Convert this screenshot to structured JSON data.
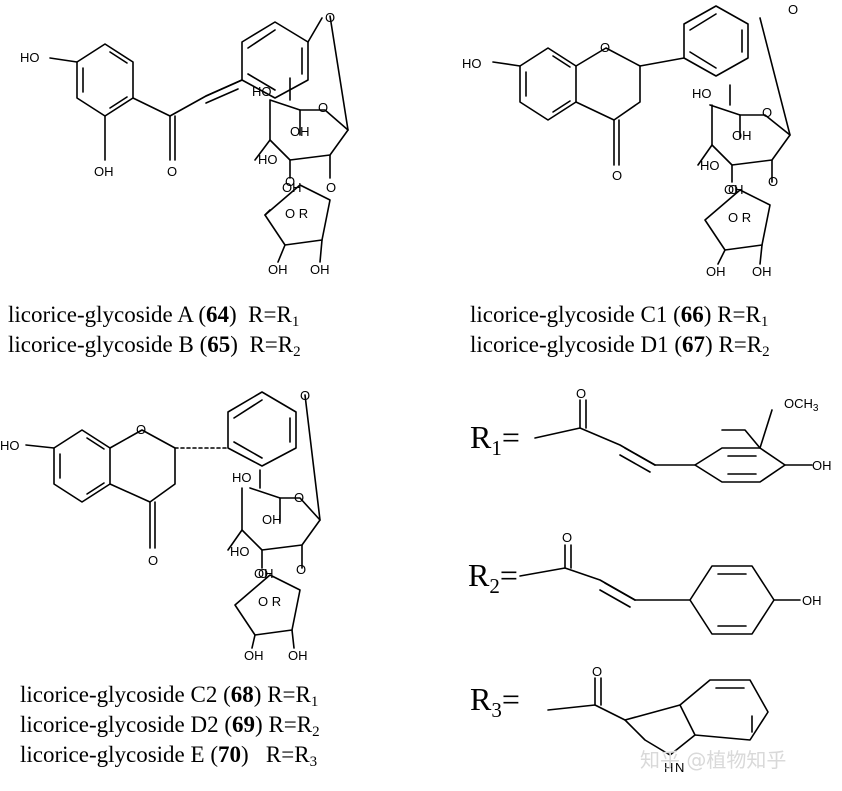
{
  "captions": [
    {
      "name": "licorice-glycoside A",
      "num": "64",
      "r": "R",
      "rsub": "1"
    },
    {
      "name": "licorice-glycoside B",
      "num": "65",
      "r": "R",
      "rsub": "2"
    },
    {
      "name": "licorice-glycoside C1",
      "num": "66",
      "r": "R",
      "rsub": "1"
    },
    {
      "name": "licorice-glycoside D1",
      "num": "67",
      "r": "R",
      "rsub": "2"
    },
    {
      "name": "licorice-glycoside C2",
      "num": "68",
      "r": "R",
      "rsub": "1"
    },
    {
      "name": "licorice-glycoside D2",
      "num": "69",
      "r": "R",
      "rsub": "2"
    },
    {
      "name": "licorice-glycoside E",
      "num": "70",
      "r": "R",
      "rsub": "3"
    }
  ],
  "r_labels": [
    {
      "letter": "R",
      "sub": "1"
    },
    {
      "letter": "R",
      "sub": "2"
    },
    {
      "letter": "R",
      "sub": "3"
    }
  ],
  "atoms": {
    "ho": "HO",
    "oh": "OH",
    "o": "O",
    "or": "O R",
    "ome": "OCH",
    "ome_sub": "3",
    "nh": "H",
    "n": "N"
  },
  "watermark": "知乎 @植物知乎",
  "colors": {
    "ink": "#000000",
    "watermark": "#d9d9d9"
  }
}
